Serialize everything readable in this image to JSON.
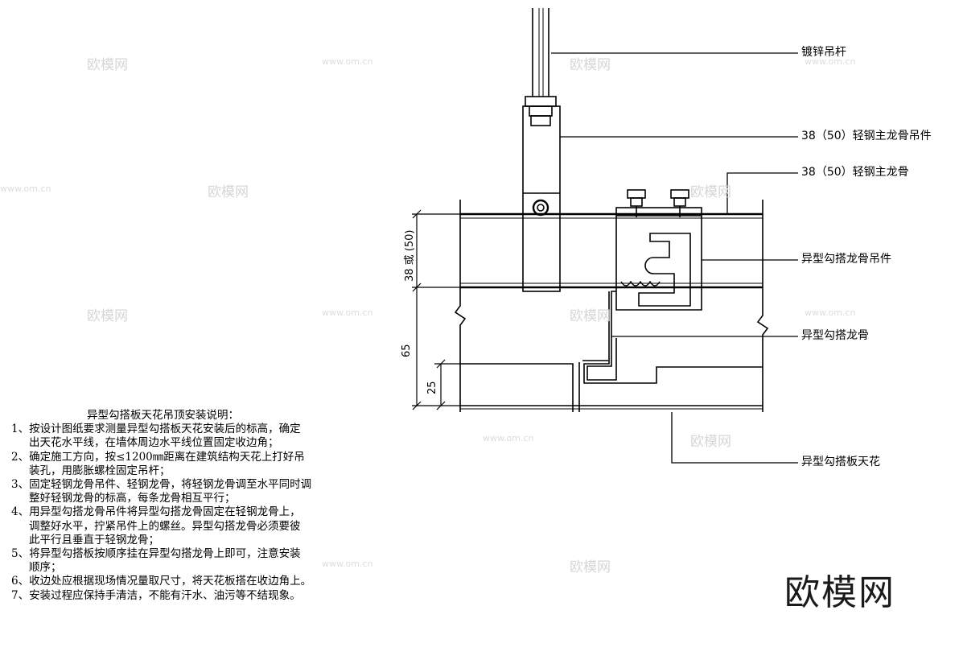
{
  "labels": {
    "hanger_rod": "镀锌吊杆",
    "main_keel_hanger": "38（50）轻钢主龙骨吊件",
    "main_keel": "38（50）轻钢主龙骨",
    "hook_keel_hanger": "异型勾搭龙骨吊件",
    "hook_keel": "异型勾搭龙骨",
    "hook_panel_ceiling": "异型勾搭板天花"
  },
  "dimensions": {
    "keel_height": "38 或 (50)",
    "total": "65",
    "panel": "25"
  },
  "notes": {
    "title": "异型勾搭板天花吊顶安装说明：",
    "lines": [
      "1、按设计图纸要求测量异型勾搭板天花安装后的标高，确定",
      "出天花水平线，在墙体周边水平线位置固定收边角；",
      "2、确定施工方向，按≤1200㎜距离在建筑结构天花上打好吊",
      "装孔，用膨胀螺栓固定吊杆；",
      "3、固定轻钢龙骨吊件、轻钢龙骨，将轻钢龙骨调至水平同时调",
      "整好轻钢龙骨的标高，每条龙骨相互平行；",
      "4、用异型勾搭龙骨吊件将异型勾搭龙骨固定在轻钢龙骨上，",
      "调整好水平，拧紧吊件上的螺丝。异型勾搭龙骨必须要彼",
      "此平行且垂直于轻钢龙骨；",
      "5、将异型勾搭板按顺序挂在异型勾搭龙骨上即可，注意安装",
      "顺序；",
      "6、收边处应根据现场情况量取尺寸，将天花板搭在收边角上。",
      "7、安装过程应保持手清洁，不能有汗水、油污等不结现象。"
    ]
  },
  "watermarks": {
    "logo": "欧模网",
    "url": "www.om.cn",
    "big": "欧模网"
  }
}
